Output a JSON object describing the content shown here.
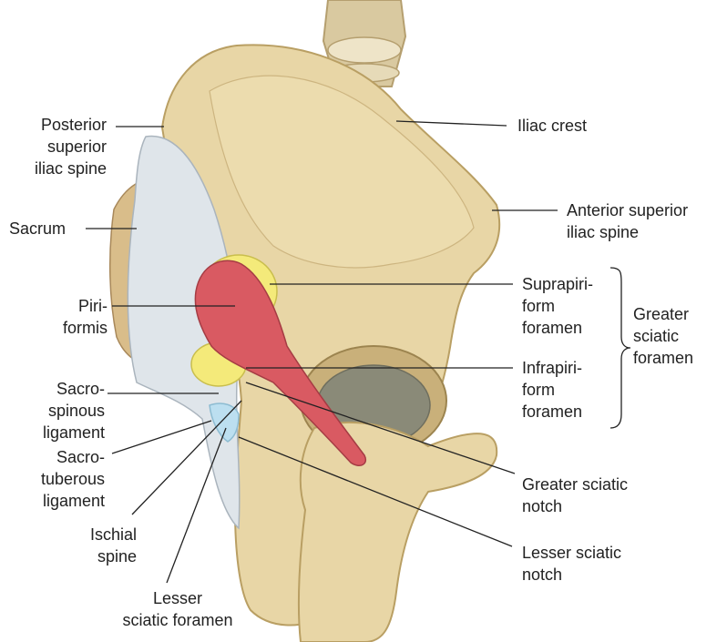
{
  "colors": {
    "bone": "#e8d6a6",
    "bone_shadow": "#c9b07a",
    "ligament": "#dfe5ea",
    "muscle": "#d95a62",
    "foramen_supra": "#f4ea7a",
    "foramen_lesser": "#bcdff0",
    "leader_line": "#222222",
    "text": "#222222"
  },
  "labels": {
    "posterior_superior_iliac_spine": "Posterior\nsuperior\niliac spine",
    "sacrum": "Sacrum",
    "piriformis": "Piri-\nformis",
    "sacrospinous_ligament": "Sacro-\nspinous\nligament",
    "sacrotuberous_ligament": "Sacro-\ntuberous\nligament",
    "ischial_spine": "Ischial\nspine",
    "lesser_sciatic_foramen": "Lesser\nsciatic foramen",
    "iliac_crest": "Iliac crest",
    "anterior_superior_iliac_spine": "Anterior superior\niliac spine",
    "suprapiriform_foramen": "Suprapiri-\nform\nforamen",
    "infrapiriform_foramen": "Infrapiri-\nform\nforamen",
    "greater_sciatic_foramen": "Greater\nsciatic\nforamen",
    "greater_sciatic_notch": "Greater sciatic\nnotch",
    "lesser_sciatic_notch": "Lesser sciatic\nnotch"
  }
}
